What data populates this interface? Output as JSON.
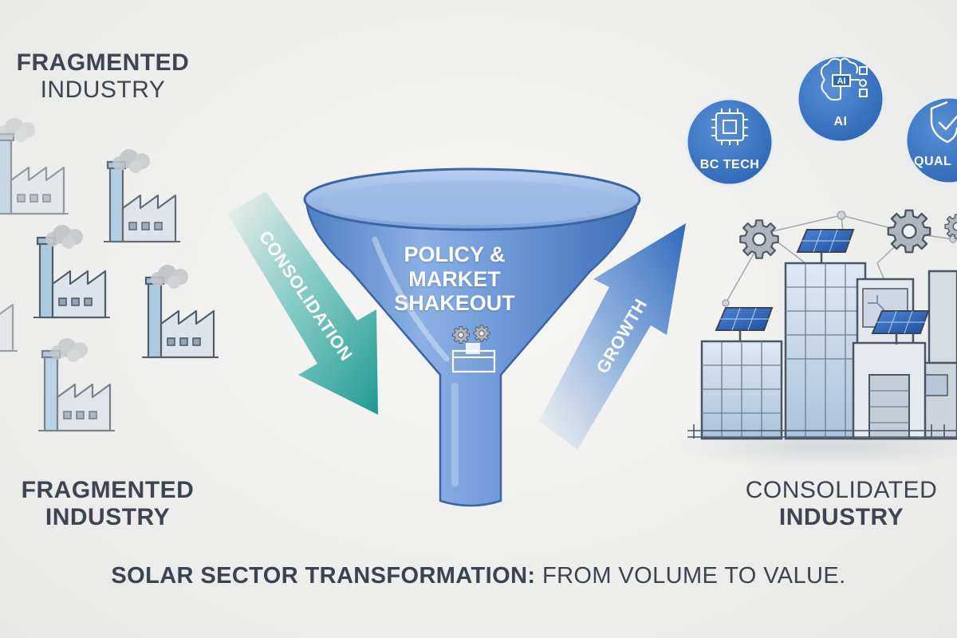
{
  "left_top_label": {
    "line1": "FRAGMENTED",
    "line2": "INDUSTRY"
  },
  "left_bottom_label": {
    "line1": "FRAGMENTED",
    "line2": "INDUSTRY"
  },
  "right_label": {
    "line1": "CONSOLIDATED",
    "line2": "INDUSTRY"
  },
  "funnel": {
    "line1": "POLICY &",
    "line2": "MARKET",
    "line3": "SHAKEOUT"
  },
  "arrows": {
    "consolidation": "CONSOLIDATION",
    "growth": "GROWTH"
  },
  "badges": {
    "bc_tech": "BC TECH",
    "ai": "AI",
    "ai_chip": "AI",
    "quality": "QUAL"
  },
  "caption": {
    "bold": "SOLAR SECTOR TRANSFORMATION:",
    "rest": " FROM VOLUME TO VALUE."
  },
  "colors": {
    "teal_arrow": "#2aa59a",
    "blue_arrow": "#3a73c4",
    "funnel": "#5f8fd0",
    "badge": "#3f78c4",
    "text": "#3b4250"
  },
  "icons": [
    "factory-icon",
    "smoke-icon",
    "funnel-icon",
    "gears-icon",
    "ballot-box-icon",
    "chip-icon",
    "brain-icon",
    "shield-check-icon",
    "solar-panel-icon",
    "gear-icon",
    "office-building-icon"
  ]
}
